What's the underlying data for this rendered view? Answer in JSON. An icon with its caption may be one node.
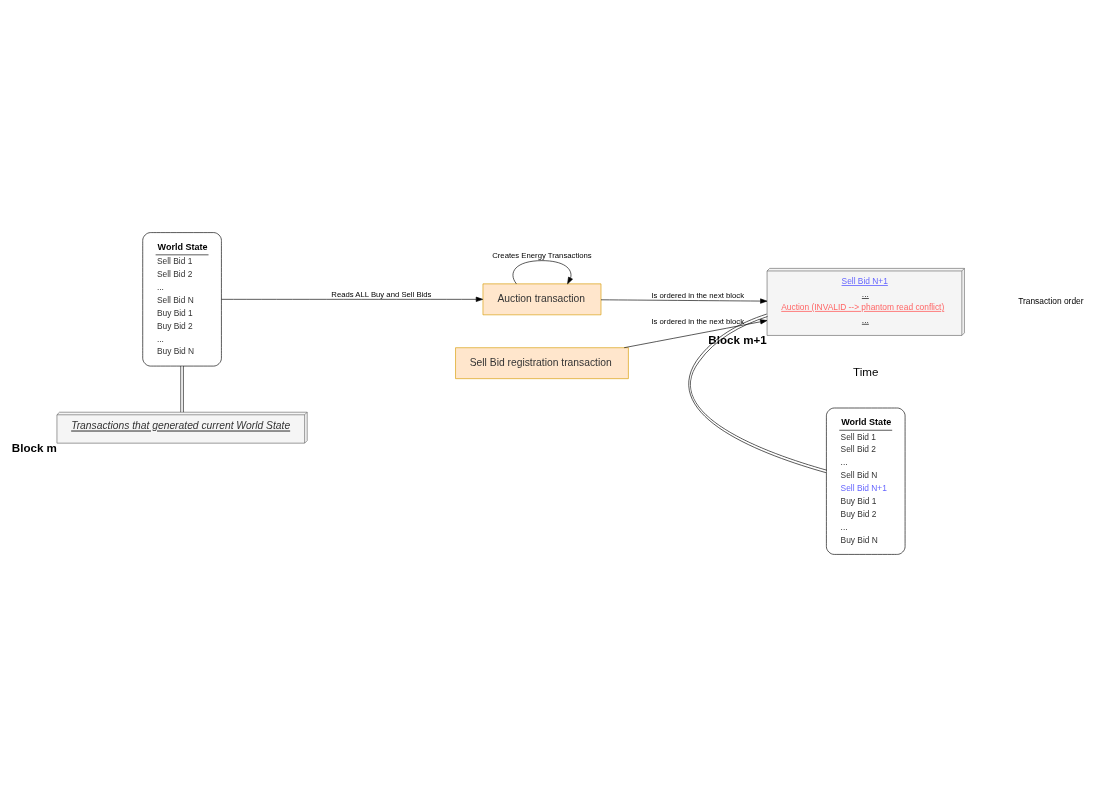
{
  "diagram": {
    "nodes": [
      {
        "text": [
          "World State",
          "Sell Bid 1",
          "Sell Bid 2",
          "...",
          "Sell Bid N",
          "Buy Bid 1",
          "Buy Bid 2",
          "...",
          "Buy Bid N"
        ]
      },
      {
        "text": [
          "World State",
          "Sell Bid 1",
          "Sell Bid 2",
          "...",
          "Sell Bid N",
          "Sell Bid N+1",
          "Buy Bid 1",
          "Buy Bid 2",
          "...",
          "Buy Bid N"
        ]
      },
      {
        "text": [
          "Transactions that generated current World State"
        ],
        "beside": [
          "Block m"
        ]
      },
      {
        "text": [
          "Auction transaction"
        ]
      },
      {
        "text": [
          "Sell Bid registration transaction"
        ]
      },
      {
        "text": [
          "Sell Bid N+1",
          "...",
          "Auction (INVALID --> phantom read conflict)",
          "..."
        ],
        "beside": [
          "Block m+1"
        ]
      }
    ],
    "edges": [
      {
        "from": 0,
        "to": 2,
        "arrow": "none"
      },
      {
        "from": 0,
        "to": 3,
        "arrow": "to",
        "label": "Reads ALL Buy and Sell Bids"
      },
      {
        "from": 3,
        "to": 3,
        "arrow": "to",
        "label": "Creates Energy Transactions"
      },
      {
        "from": 3,
        "to": 5,
        "arrow": "to",
        "label": "Is ordered in the next block"
      },
      {
        "from": 4,
        "to": 5,
        "arrow": "to",
        "label": "Is ordered in the next block"
      },
      {
        "from": 1,
        "to": 5,
        "arrow": "none"
      }
    ],
    "labels": [
      "Transaction order",
      "Time"
    ]
  }
}
